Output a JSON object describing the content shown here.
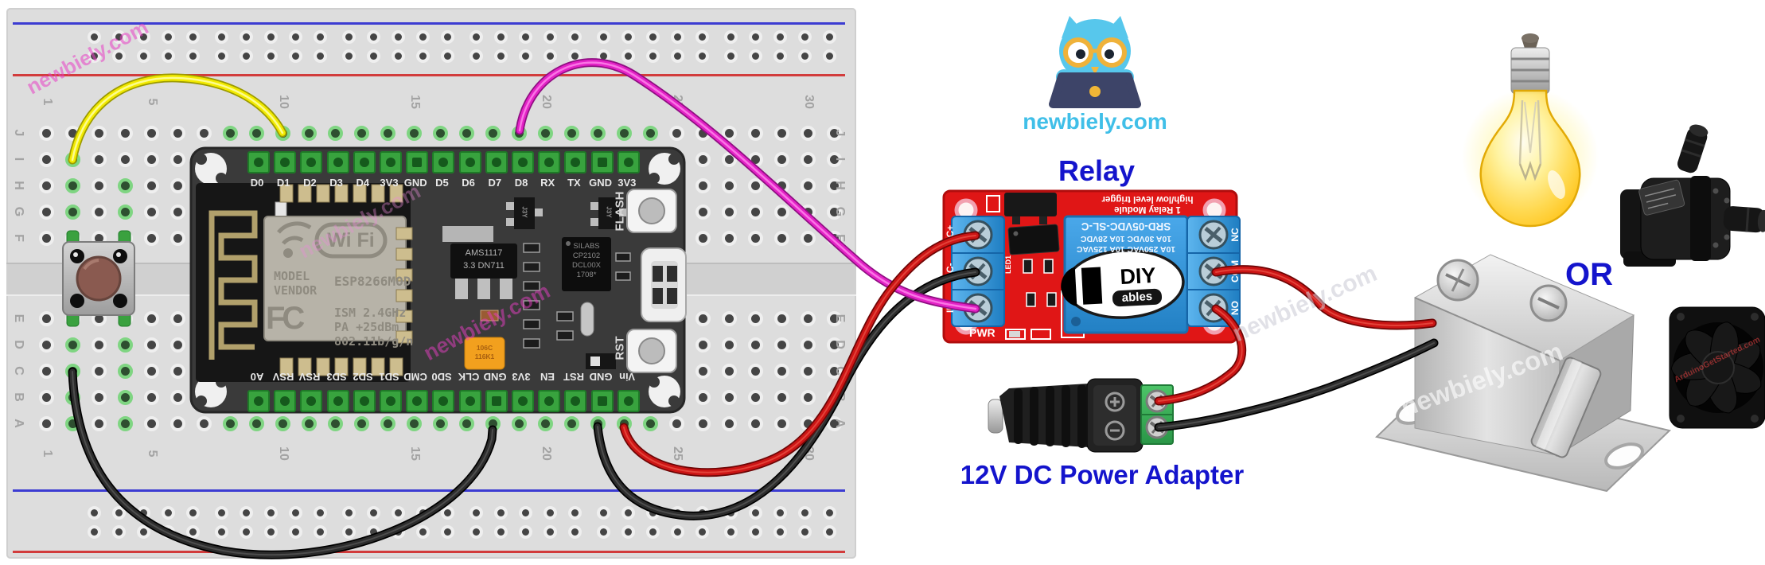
{
  "brand": {
    "site": "newbiely.com"
  },
  "watermarks": {
    "newbiely": "newbiely.com",
    "arduino_faint": "ArduinoGetStarted.com"
  },
  "annotations": {
    "relay": "Relay",
    "power_adapter": "12V DC Power Adapter",
    "or": "OR"
  },
  "breadboard": {
    "row_letters_top": [
      "J",
      "I",
      "H",
      "G",
      "F"
    ],
    "row_letters_bottom": [
      "E",
      "D",
      "C",
      "B",
      "A"
    ],
    "column_numbers": [
      "1",
      "5",
      "10",
      "15",
      "20",
      "25",
      "30"
    ]
  },
  "nodemcu": {
    "top_pins": [
      "D0",
      "D1",
      "D2",
      "D3",
      "D4",
      "3V3",
      "GND",
      "D5",
      "D6",
      "D7",
      "D8",
      "RX",
      "TX",
      "GND",
      "3V3"
    ],
    "bottom_pins": [
      "A0",
      "RSV",
      "RSV",
      "SD3",
      "SD2",
      "SD1",
      "CMD",
      "SD0",
      "CLK",
      "GND",
      "3V3",
      "EN",
      "RST",
      "GND",
      "Vin"
    ],
    "flash_label": "FLASH",
    "rst_label": "RST",
    "shield": {
      "wifi": "Wi Fi",
      "model": "MODEL",
      "vendor": "VENDOR",
      "module": "ESP8266MOD",
      "fcc": "FC",
      "line1": "ISM 2.4GHz",
      "line2": "PA  +25dBm",
      "line3": "802.11b/g/n"
    },
    "regulator": {
      "line1": "AMS1117",
      "line2": "3.3  DN711"
    },
    "usb_chip": {
      "line1": "SILABS",
      "line2": "CP2102",
      "line3": "DCL00X",
      "line4": "1708*"
    },
    "capacitor": {
      "line1": "106C",
      "line2": "116K1"
    },
    "transistor_mark": "J3Y"
  },
  "relay_module": {
    "silkscreen": {
      "line1": "1 Relay Module",
      "line2": "high/low level trigger",
      "pwr": "PWR",
      "led": "LED1"
    },
    "relay_cube": {
      "model": "SRD-05VDC-SL-C",
      "rating1": "10A 30VDC 10A 28VDC",
      "rating2": "10A 250VAC 10A 125VAC"
    },
    "diyables": {
      "top": "DIY",
      "bottom": "ables"
    },
    "terminals_left": [
      "DC+",
      "DC-",
      "IN"
    ],
    "terminals_right": [
      "NC",
      "COM",
      "NO"
    ]
  },
  "colors": {
    "label_blue": "#1414cc",
    "logo_blue": "#40bfe8",
    "watermark_pink": "#e83ec4",
    "wire_yellow": "#f2ea00",
    "wire_magenta": "#e322c6",
    "wire_red": "#cc1515",
    "wire_black": "#2c2c2c",
    "relay_pcb": "#e01616",
    "breadboard_rail_red": "#d23c3c",
    "breadboard_rail_blue": "#3c3cd2"
  }
}
